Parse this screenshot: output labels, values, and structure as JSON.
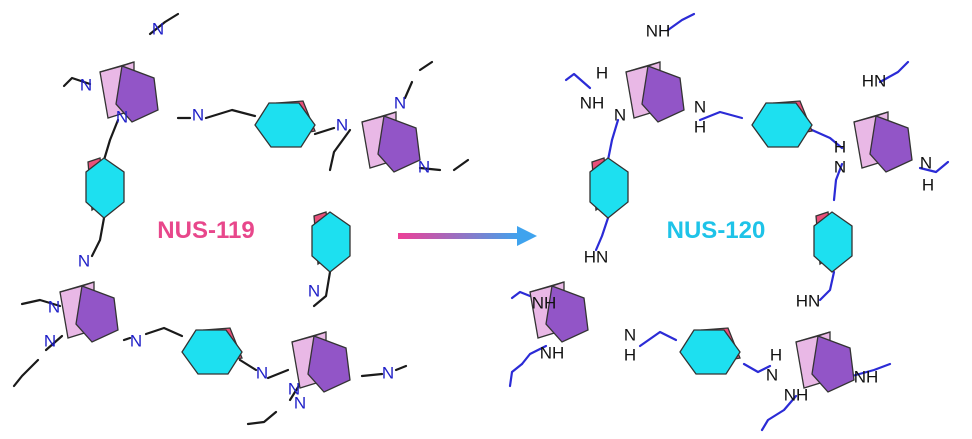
{
  "left": {
    "label": "NUS-119",
    "label_color": "#e8478b",
    "atom_symbol": "N"
  },
  "right": {
    "label": "NUS-120",
    "label_color": "#1ec3e8",
    "atom_symbol_n": "N",
    "atom_symbol_nh": "NH",
    "atom_symbol_hn": "HN",
    "atom_symbol_h": "H"
  },
  "colors": {
    "adamantane_back": "#e9b8e6",
    "adamantane_front": "#9255c7",
    "bicyclo_pink": "#e8507a",
    "bicyclo_cyan": "#1de0f0",
    "arrow_start": "#ee3f97",
    "arrow_end": "#3fa3ee",
    "bond_black": "#1a1a1a",
    "bond_blue": "#2b2bd6"
  }
}
